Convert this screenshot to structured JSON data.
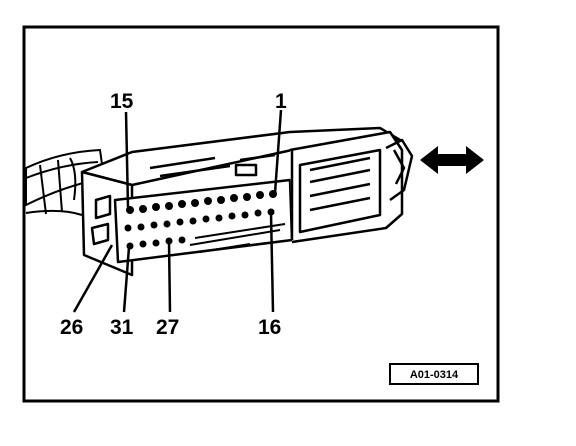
{
  "diagram": {
    "callouts": {
      "pin_15": "15",
      "pin_1": "1",
      "pin_26": "26",
      "pin_31": "31",
      "pin_27": "27",
      "pin_16": "16"
    },
    "reference_code": "A01-0314"
  }
}
